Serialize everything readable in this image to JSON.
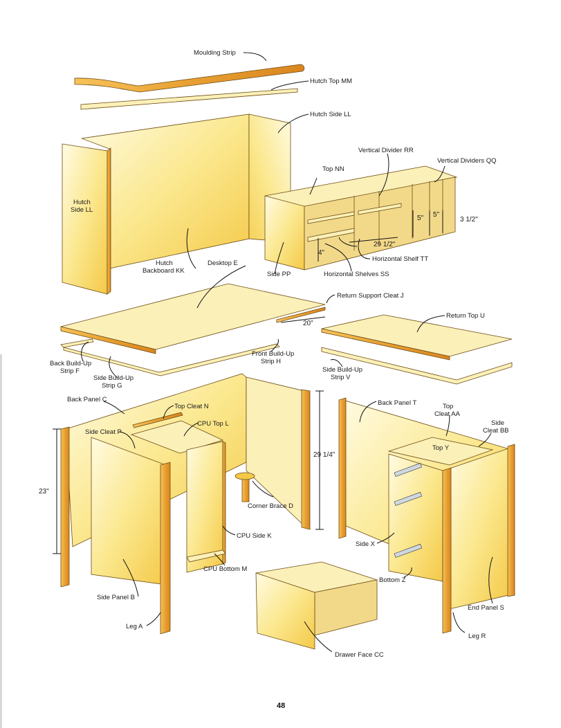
{
  "page_number": "48",
  "labels": {
    "moulding_strip": "Moulding Strip",
    "hutch_top": "Hutch Top MM",
    "hutch_side_ll_right": "Hutch Side LL",
    "hutch_side_ll_left_1": "Hutch",
    "hutch_side_ll_left_2": "Side LL",
    "hutch_backboard_1": "Hutch",
    "hutch_backboard_2": "Backboard KK",
    "top_nn": "Top NN",
    "vertical_divider_rr": "Vertical Divider RR",
    "vertical_dividers_qq": "Vertical Dividers QQ",
    "side_pp": "Side PP",
    "horizontal_shelf_tt": "Horizontal Shelf TT",
    "horizontal_shelves_ss": "Horizontal Shelves SS",
    "desktop_e": "Desktop E",
    "return_support_cleat_j": "Return Support Cleat J",
    "return_top_u": "Return Top U",
    "back_build_up_1": "Back Build-Up",
    "back_build_up_2": "Strip F",
    "side_build_up_1": "Side Build-Up",
    "side_build_up_2": "Strip G",
    "front_build_up_1": "Front Build-Up",
    "front_build_up_2": "Strip H",
    "side_build_up_v_1": "Side Build-Up",
    "side_build_up_v_2": "Strip V",
    "back_panel_c": "Back Panel C",
    "top_cleat_n": "Top Cleat N",
    "side_cleat_p": "Side Cleat P",
    "cpu_top_l": "CPU Top L",
    "corner_brace_d": "Corner Brace D",
    "cpu_side_k": "CPU Side K",
    "cpu_bottom_m": "CPU Bottom M",
    "side_panel_b": "Side Panel B",
    "leg_a": "Leg A",
    "back_panel_t": "Back Panel T",
    "top_cleat_aa_1": "Top",
    "top_cleat_aa_2": "Cleat AA",
    "side_cleat_bb_1": "Side",
    "side_cleat_bb_2": "Cleat BB",
    "top_y": "Top Y",
    "side_x": "Side X",
    "bottom_z": "Bottom Z",
    "end_panel_s": "End Panel S",
    "leg_r": "Leg R",
    "drawer_face_cc": "Drawer Face CC"
  },
  "dimensions": {
    "d_5a": "5\"",
    "d_5b": "5\"",
    "d_3_5": "3 1/2\"",
    "d_4": "4\"",
    "d_29_5": "29 1/2\"",
    "d_20": "20\"",
    "d_29_25": "29 1/4\"",
    "d_23": "23\""
  },
  "colors": {
    "panel_light": "#fffbe2",
    "panel_mid": "#fbe88f",
    "panel_deep": "#f4c948",
    "wood_edge": "#e8a032",
    "outline": "#6b4a12",
    "text": "#1a1a1a"
  }
}
